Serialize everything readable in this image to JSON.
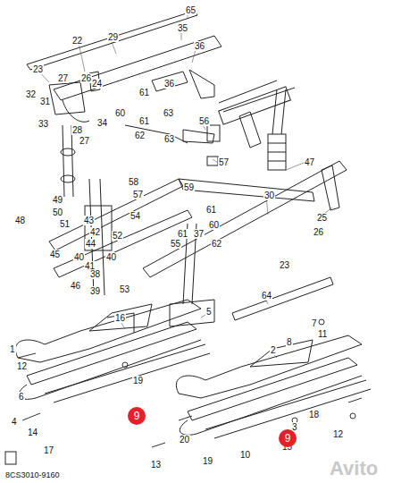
{
  "diagram": {
    "labels": [
      "65",
      "35",
      "29",
      "22",
      "36",
      "23",
      "27",
      "26",
      "24",
      "36",
      "32",
      "31",
      "33",
      "28",
      "34",
      "27",
      "61",
      "61",
      "60",
      "63",
      "62",
      "56",
      "63",
      "57",
      "58",
      "59",
      "57",
      "47",
      "49",
      "50",
      "43",
      "42",
      "51",
      "48",
      "44",
      "40",
      "40",
      "41",
      "45",
      "52",
      "38",
      "46",
      "39",
      "53",
      "54",
      "61",
      "60",
      "61",
      "55",
      "62",
      "37",
      "30",
      "23",
      "25",
      "26",
      "5",
      "64",
      "1",
      "12",
      "6",
      "4",
      "16",
      "2",
      "19",
      "14",
      "17",
      "11",
      "12",
      "8",
      "7",
      "18",
      "20",
      "19",
      "10",
      "13",
      "15",
      "3",
      "9",
      "9",
      "8CS3010-9160",
      "Avito"
    ]
  }
}
